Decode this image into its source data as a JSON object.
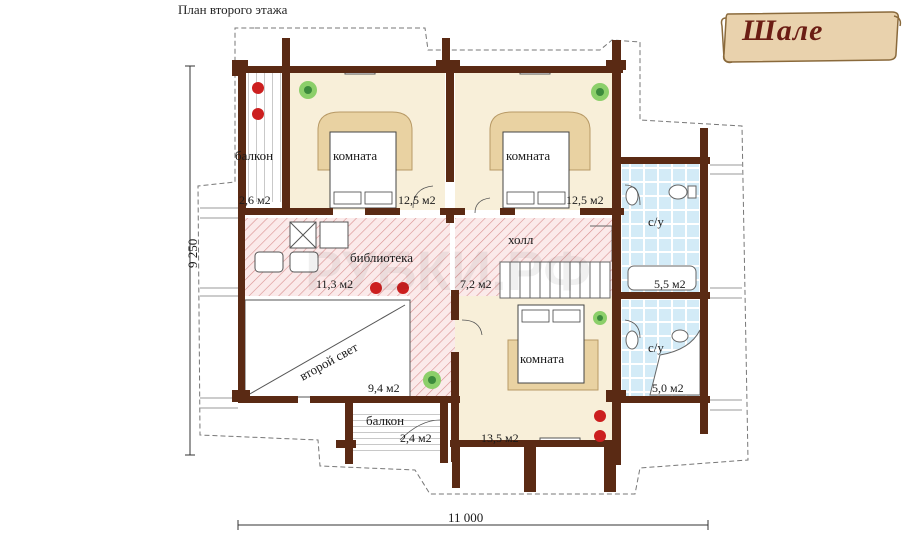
{
  "title": "План второго этажа",
  "logo": "Шале",
  "watermark": "РУБКИ.РФ",
  "dimensions": {
    "width": "11 000",
    "height": "9 250"
  },
  "rooms": {
    "balcony_left": {
      "name": "балкон",
      "area": "2,6 м2"
    },
    "bedroom_1": {
      "name": "комната",
      "area": "12,5 м2"
    },
    "bedroom_2": {
      "name": "комната",
      "area": "12,5 м2"
    },
    "library": {
      "name": "библиотека",
      "area": "11,3 м2"
    },
    "hall": {
      "name": "холл",
      "area": "7,2 м2"
    },
    "bathroom_1": {
      "name": "с/у",
      "area": "5,5 м2"
    },
    "bathroom_2": {
      "name": "с/у",
      "area": "5,0 м2"
    },
    "second_light": {
      "name": "второй свет"
    },
    "bedroom_3": {
      "name": "комната",
      "area": "13,5 м2"
    },
    "balcony_bottom": {
      "name": "балкон",
      "area": "2,4 м2"
    },
    "corridor": {
      "area": "9,4 м2"
    }
  },
  "colors": {
    "wall": "#5a2a14",
    "floor": "#f8efd9",
    "tile": "#cfe6f3",
    "hatch": "#e8a8a8"
  }
}
